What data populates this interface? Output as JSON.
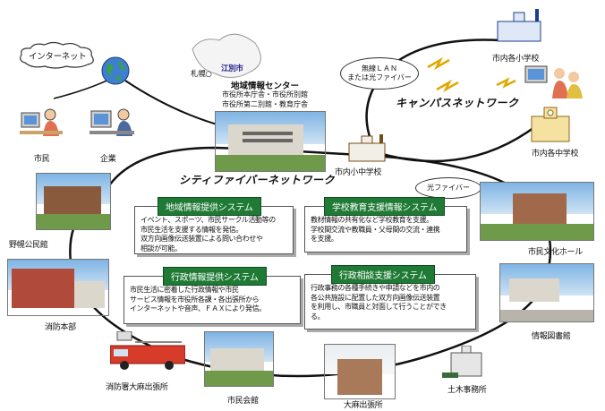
{
  "center": {
    "title": "地域情報センター",
    "sub_line1": "市役所本庁舎・市役所別館",
    "sub_line2": "市役所第二別館・教育庁舎",
    "sapporo": "札幌○",
    "city": "江別市"
  },
  "cloud_label": "インターネット",
  "networks": {
    "city_fiber": "シティファイバーネットワーク",
    "campus": "キャンパスネットワーク"
  },
  "bubbles": {
    "wireless_line1": "無線ＬＡＮ",
    "wireless_line2": "または光ファイバー",
    "fiber": "光ファイバー"
  },
  "boxes": {
    "regional": {
      "title": "地域情報提供システム",
      "text": "イベント、スポーツ、市民サークル活動等の\n市民生活を支援する情報を発信。\n双方向画像伝送装置による問い合わせや\n相談が可能。"
    },
    "school": {
      "title": "学校教育支援情報システム",
      "text": "教材情報の共有化など学校教育を支援。\n学校間交流や教職員・父母間の交流・連携\nを支援。"
    },
    "admin_info": {
      "title": "行政情報提供システム",
      "text": "市民生活に密着した行政情報や市民\nサービス情報を市役所各課・各出張所から\nインターネットや音声、ＦＡＸにより発信。"
    },
    "admin_consult": {
      "title": "行政相談支援システム",
      "text": "行政事務の各種手続きや申請などを市内の\n各公共施設に配置した双方向画像伝送装置\nを利用し、市職員と対面して行うことができ\nる。"
    }
  },
  "facilities": {
    "citizen": "市民",
    "company": "企業",
    "elem_schools": "市内各小学校",
    "middle_schools": "市内各中学校",
    "mid_elem_school": "市内小中学校",
    "library_public": "野幌公民館",
    "fire_hq": "消防本部",
    "fire_station": "消防署大麻出張所",
    "civic_hall": "市民会館",
    "oasa_office": "大麻出張所",
    "civil_eng": "土木事務所",
    "info_library": "情報図書館",
    "culture_hall": "市民文化ホール"
  },
  "colors": {
    "box_title_bg": "#1f7a35",
    "link_line": "#111111",
    "lightning": "#e0a800"
  }
}
